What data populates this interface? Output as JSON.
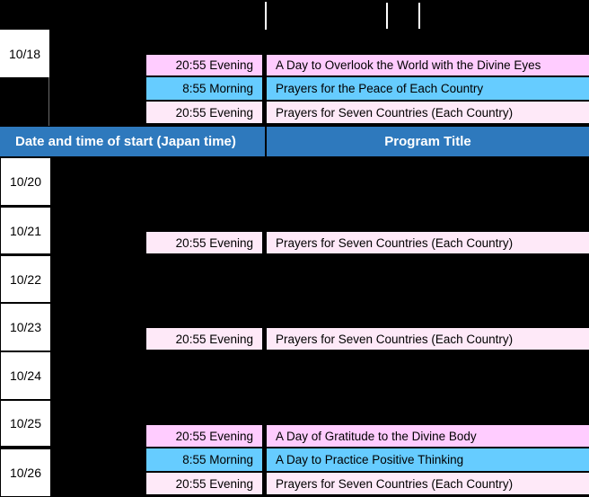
{
  "colors": {
    "header_blue": "#2E79BD",
    "bright_pink": "#FFCCFF",
    "sky_blue": "#66CCFF",
    "light_pink": "#FEE9F8",
    "date_cell_white": "#FFFFFF"
  },
  "header": {
    "left": "Date and time of start (Japan time)",
    "right": "Program Title"
  },
  "dates": [
    "10/18",
    "10/20",
    "10/21",
    "10/22",
    "10/23",
    "10/24",
    "10/25",
    "10/26"
  ],
  "entries": [
    {
      "time": "20:55 Evening",
      "title": "A Day to Overlook the World with the Divine Eyes"
    },
    {
      "time": "8:55 Morning",
      "title": "Prayers for the Peace of Each Country"
    },
    {
      "time": "20:55 Evening",
      "title": "Prayers for Seven Countries (Each Country)"
    },
    {
      "time": "20:55 Evening",
      "title": "Prayers for Seven Countries (Each Country)"
    },
    {
      "time": "20:55 Evening",
      "title": "Prayers for Seven Countries (Each Country)"
    },
    {
      "time": "20:55 Evening",
      "title": "A Day of Gratitude to the Divine Body"
    },
    {
      "time": "8:55 Morning",
      "title": "A Day to Practice Positive Thinking"
    },
    {
      "time": "20:55 Evening",
      "title": "Prayers for Seven Countries (Each Country)"
    }
  ]
}
